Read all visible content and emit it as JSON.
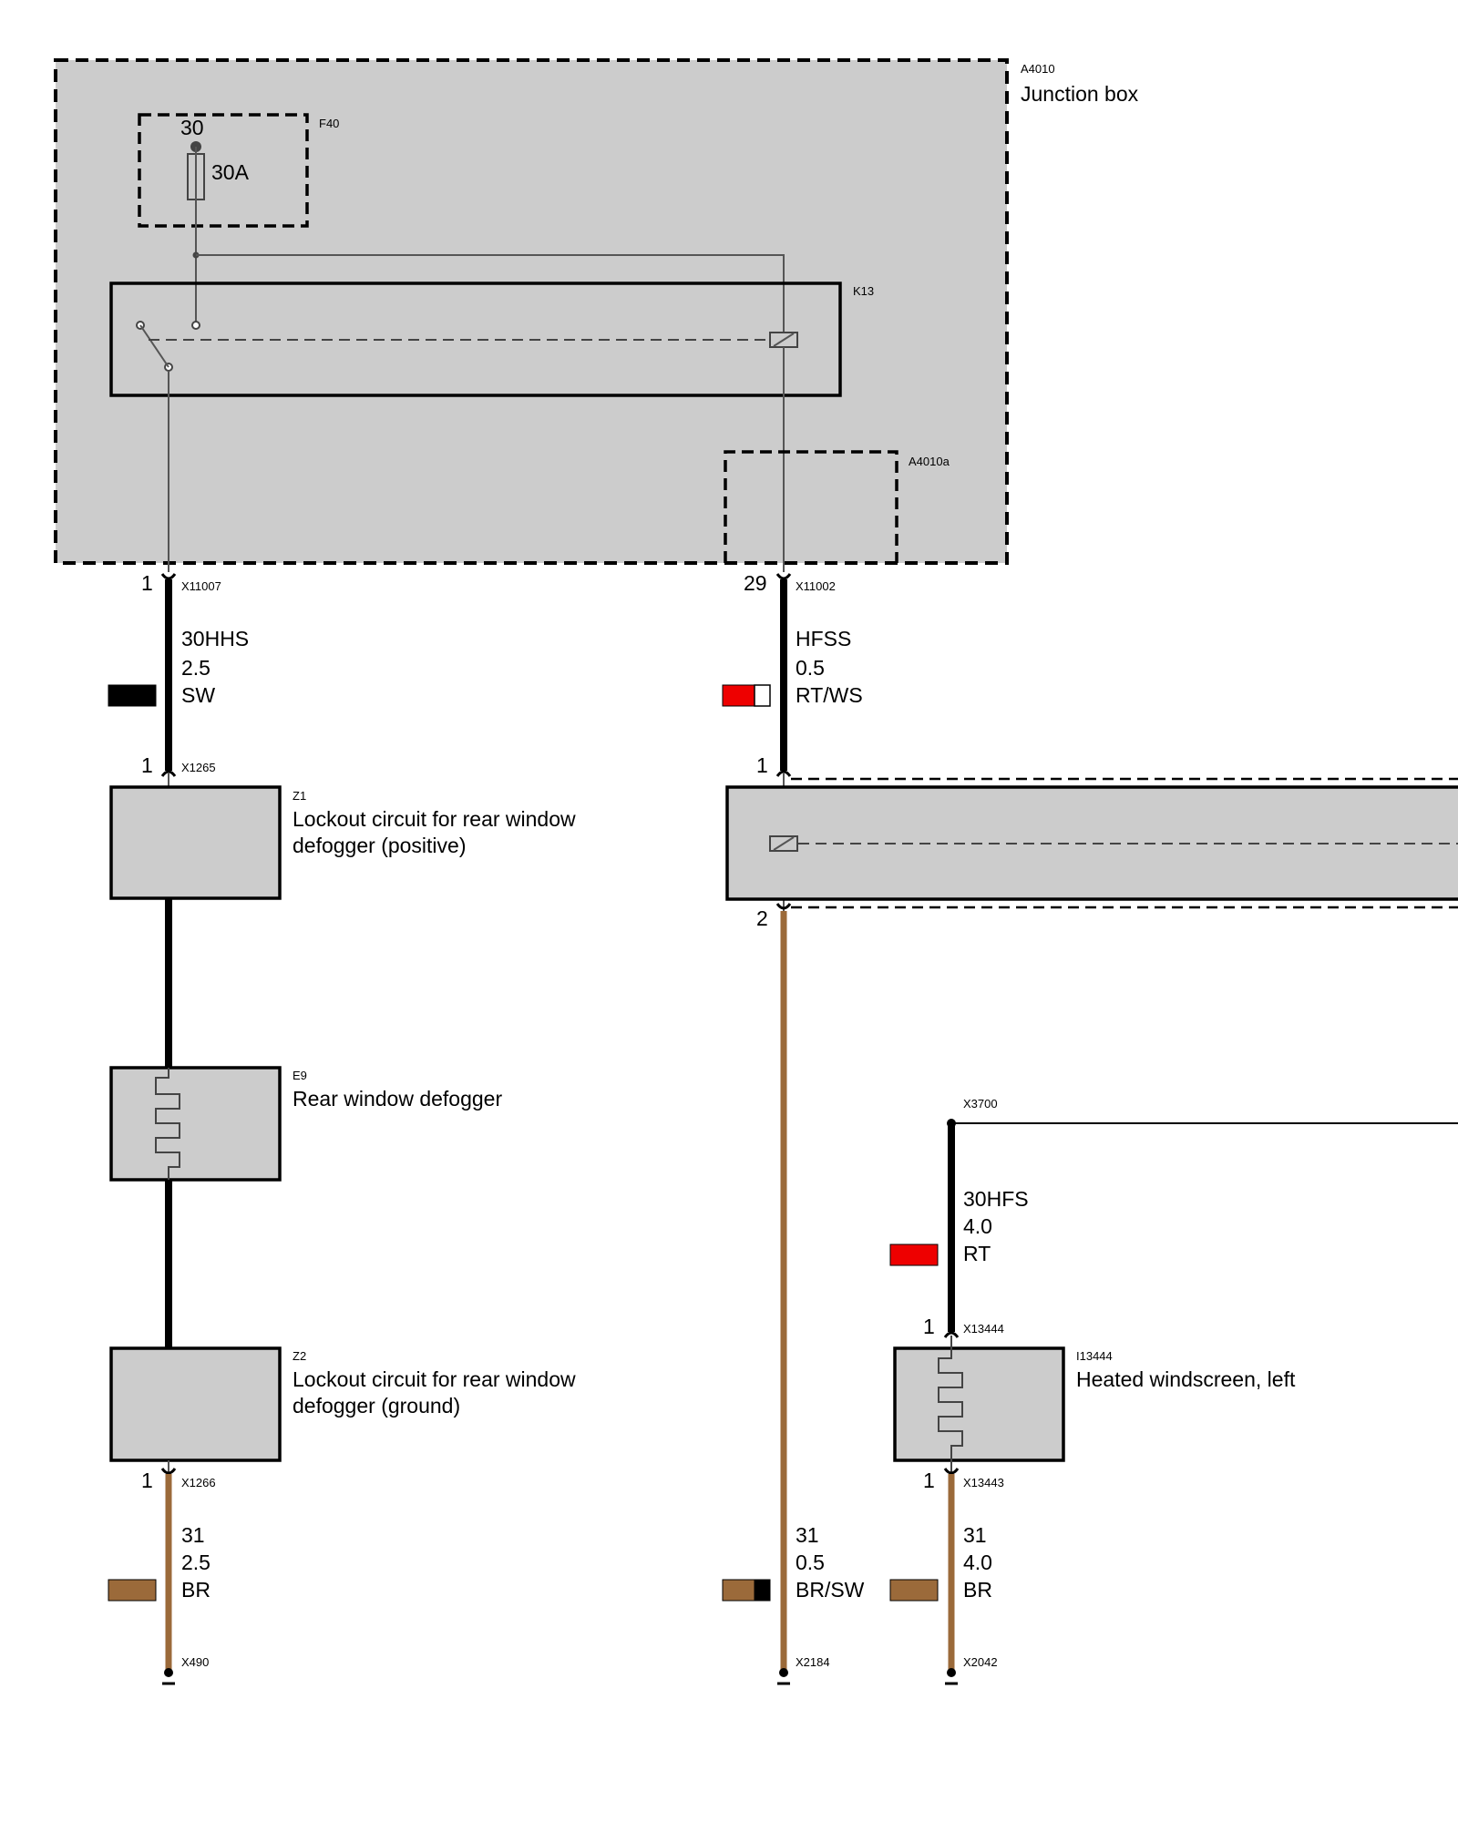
{
  "colors": {
    "box_fill": "#cccccc",
    "wire_black": "#000000",
    "wire_brown": "#9b6a3a",
    "swatch_red": "#ee0000",
    "swatch_brown": "#9b6a3a",
    "swatch_white": "#ffffff"
  },
  "components": {
    "junction_box": {
      "id": "A4010",
      "name": "Junction box"
    },
    "fuse": {
      "id": "F40",
      "terminal": "30",
      "rating": "30A"
    },
    "relay": {
      "id": "K13"
    },
    "subconnector": {
      "id": "A4010a"
    },
    "z1": {
      "id": "Z1",
      "name_line1": "Lockout circuit for rear window",
      "name_line2": "defogger (positive)"
    },
    "e9": {
      "id": "E9",
      "name": "Rear window defogger"
    },
    "z2": {
      "id": "Z2",
      "name_line1": "Lockout circuit for rear window",
      "name_line2": "defogger (ground)"
    },
    "i13444": {
      "id": "I13444",
      "name": "Heated windscreen, left"
    }
  },
  "connectors": {
    "x11007": {
      "id": "X11007",
      "pin": "1"
    },
    "x11002": {
      "id": "X11002",
      "pin": "29"
    },
    "x1265": {
      "id": "X1265",
      "pin": "1"
    },
    "x1266": {
      "id": "X1266",
      "pin": "1"
    },
    "x3700": {
      "id": "X3700"
    },
    "x13444": {
      "id": "X13444",
      "pin": "1"
    },
    "x13443": {
      "id": "X13443",
      "pin": "1"
    },
    "x490": {
      "id": "X490"
    },
    "x2184": {
      "id": "X2184"
    },
    "x2042": {
      "id": "X2042"
    },
    "relay_right_pin_in": "1",
    "relay_right_pin_out": "2"
  },
  "wires": {
    "w_30hhs": {
      "signal": "30HHS",
      "size": "2.5",
      "color_code": "SW"
    },
    "w_hfss": {
      "signal": "HFSS",
      "size": "0.5",
      "color_code": "RT/WS"
    },
    "w_30hfs": {
      "signal": "30HFS",
      "size": "4.0",
      "color_code": "RT"
    },
    "w_gnd1": {
      "signal": "31",
      "size": "2.5",
      "color_code": "BR"
    },
    "w_gnd2": {
      "signal": "31",
      "size": "0.5",
      "color_code": "BR/SW"
    },
    "w_gnd3": {
      "signal": "31",
      "size": "4.0",
      "color_code": "BR"
    }
  }
}
